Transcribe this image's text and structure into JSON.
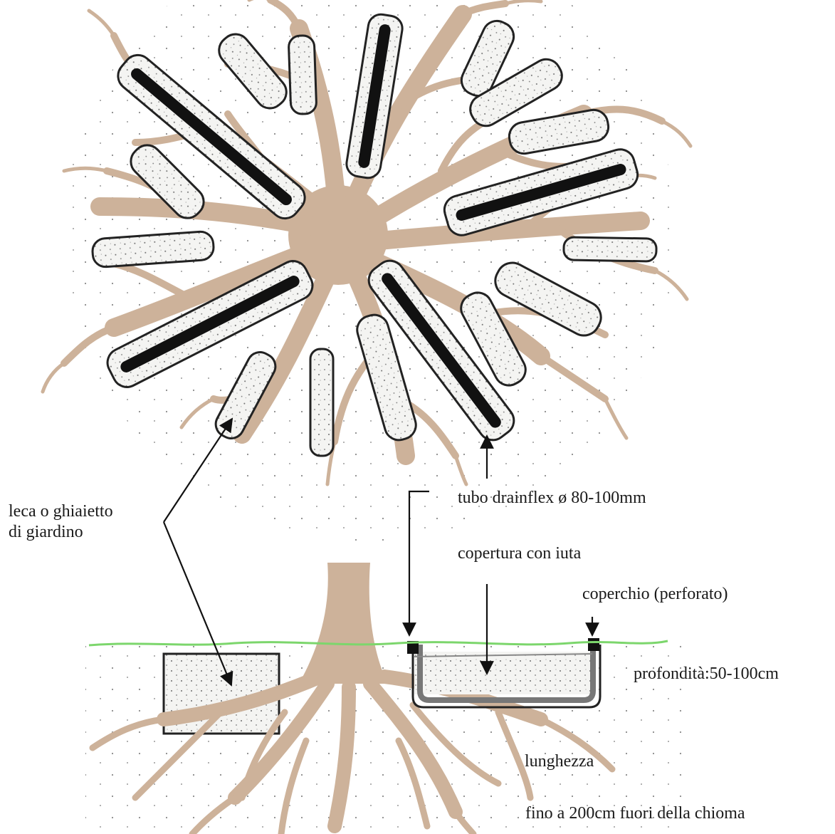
{
  "labels": {
    "leca": [
      "leca o ghiaietto",
      "di giardino"
    ],
    "tubo": "tubo drainflex ø 80-100mm",
    "copertura": "copertura con iuta",
    "coperchio": "coperchio (perforato)",
    "profondita": "profondità:50-100cm",
    "lunghezza": "lunghezza",
    "fino": "fino a 200cm fuori della chioma"
  },
  "colors": {
    "root": "#cdb29a",
    "ground_line": "#7cd66c",
    "pipe": "#111111",
    "outline": "#222222",
    "gravel_fill": "#f3f3f1"
  }
}
